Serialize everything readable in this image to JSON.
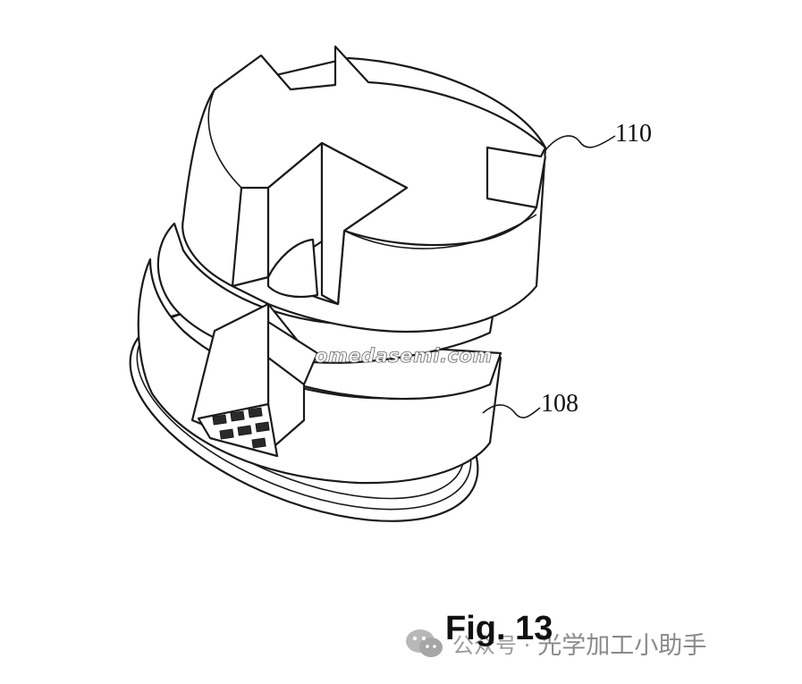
{
  "figure": {
    "caption": "Fig. 13",
    "reference_labels": {
      "top_part": "110",
      "bottom_part": "108"
    }
  },
  "watermarks": {
    "site": "omedasemi.com",
    "account_prefix": "公众号 ·",
    "account_name": "光学加工小助手",
    "account_icon": "wechat-icon"
  },
  "colors": {
    "line": "#1a1a1a",
    "background": "#ffffff",
    "watermark_text": "#8a8a8a"
  }
}
